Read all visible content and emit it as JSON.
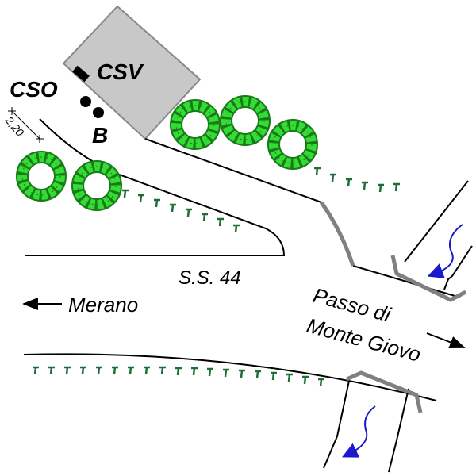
{
  "labels": {
    "building": "CSV",
    "cso": "CSO",
    "b": "B",
    "dimension": "2,20",
    "road": "S.S. 44",
    "west_destination": "Merano",
    "east_destination_line1": "Passo di",
    "east_destination_line2": "Monte Giovo"
  },
  "colors": {
    "building": "#c8c8c8",
    "tree": "#33dd33",
    "tree_outline": "#1a7a1a",
    "grass": "#1f6e3a",
    "river_arrow": "#1a1acc",
    "bridge": "#808080"
  }
}
